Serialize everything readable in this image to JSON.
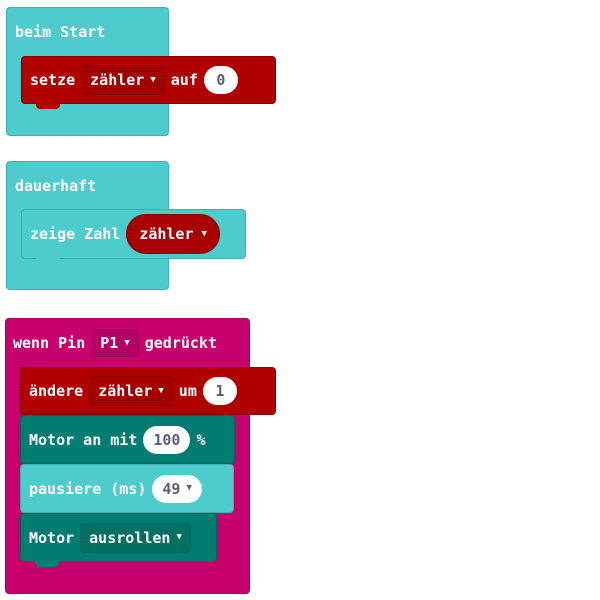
{
  "colors": {
    "basic": "#4ecbcc",
    "basic_dark": "#3fb0b1",
    "variables": "#b10000",
    "variables_dark": "#8a0000",
    "input": "#c8006e",
    "motors": "#007d70",
    "motors_dark": "#00665c"
  },
  "on_start": {
    "title": "beim Start",
    "set_block": {
      "label": "setze",
      "variable": "zähler",
      "to_label": "auf",
      "value": "0"
    }
  },
  "forever": {
    "title": "dauerhaft",
    "show_number": {
      "label": "zeige Zahl",
      "variable": "zähler"
    }
  },
  "on_pin": {
    "title_prefix": "wenn Pin",
    "pin": "P1",
    "title_suffix": "gedrückt",
    "change_block": {
      "label": "ändere",
      "variable": "zähler",
      "by_label": "um",
      "value": "1"
    },
    "motor_on": {
      "label": "Motor an mit",
      "value": "100",
      "unit": "%"
    },
    "pause": {
      "label": "pausiere (ms)",
      "value": "49"
    },
    "motor_stop": {
      "label": "Motor",
      "mode": "ausrollen"
    }
  },
  "icons": {
    "caret": "▼"
  }
}
